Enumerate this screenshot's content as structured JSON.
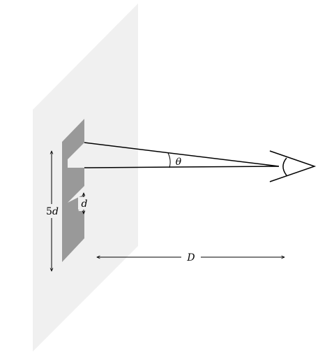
{
  "labels": {
    "five_d_coef": "5",
    "five_d_var": "d",
    "d": "d",
    "theta": "θ",
    "D": "D"
  },
  "colors": {
    "plane": "#f0f0f0",
    "letter": "#999999",
    "ink": "#000000"
  }
}
